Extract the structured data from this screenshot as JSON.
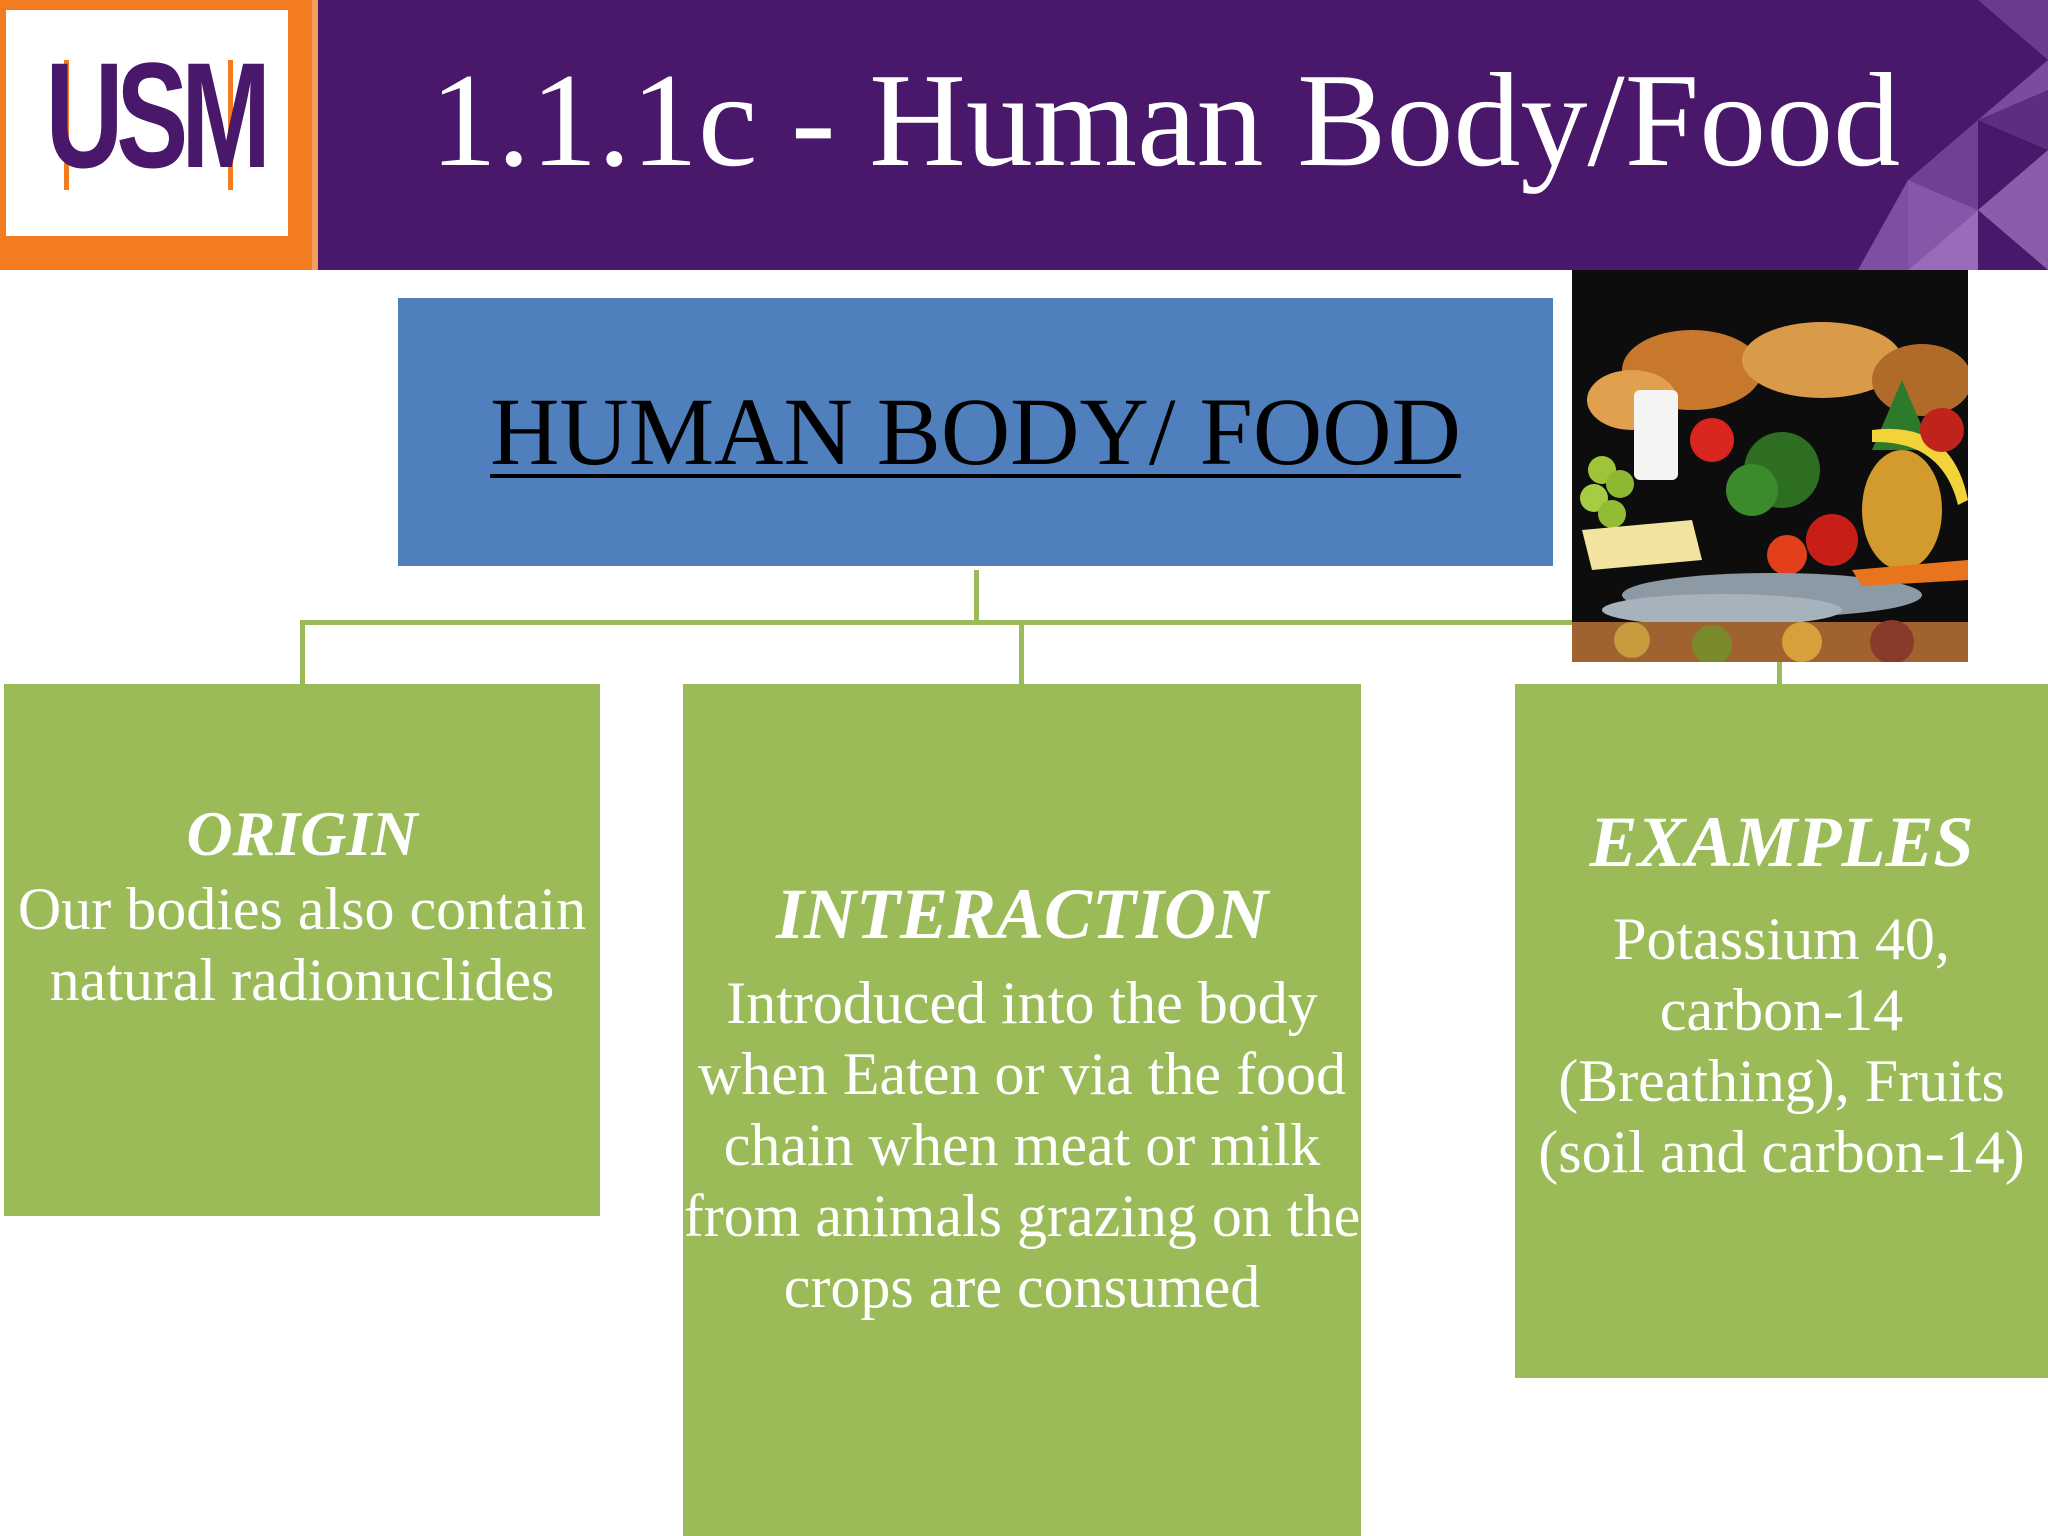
{
  "slide": {
    "title": "1.1.1c - Human Body/Food",
    "logo_text": "USM"
  },
  "colors": {
    "header_purple": "#4a186a",
    "logo_orange": "#f47c20",
    "root_blue": "#4f80bd",
    "leaf_green": "#9bbb59"
  },
  "diagram": {
    "root": {
      "label": "HUMAN BODY/ FOOD"
    },
    "children": [
      {
        "heading": "ORIGIN",
        "body": "Our bodies also contain natural radionuclides"
      },
      {
        "heading": "INTERACTION",
        "body": "Introduced into the body when Eaten or via the food chain when meat or milk from animals grazing on the crops are consumed"
      },
      {
        "heading": "EXAMPLES",
        "body": "Potassium 40, carbon-14 (Breathing), Fruits (soil and carbon-14)"
      }
    ]
  },
  "image": {
    "icon": "food-assortment-photo"
  }
}
